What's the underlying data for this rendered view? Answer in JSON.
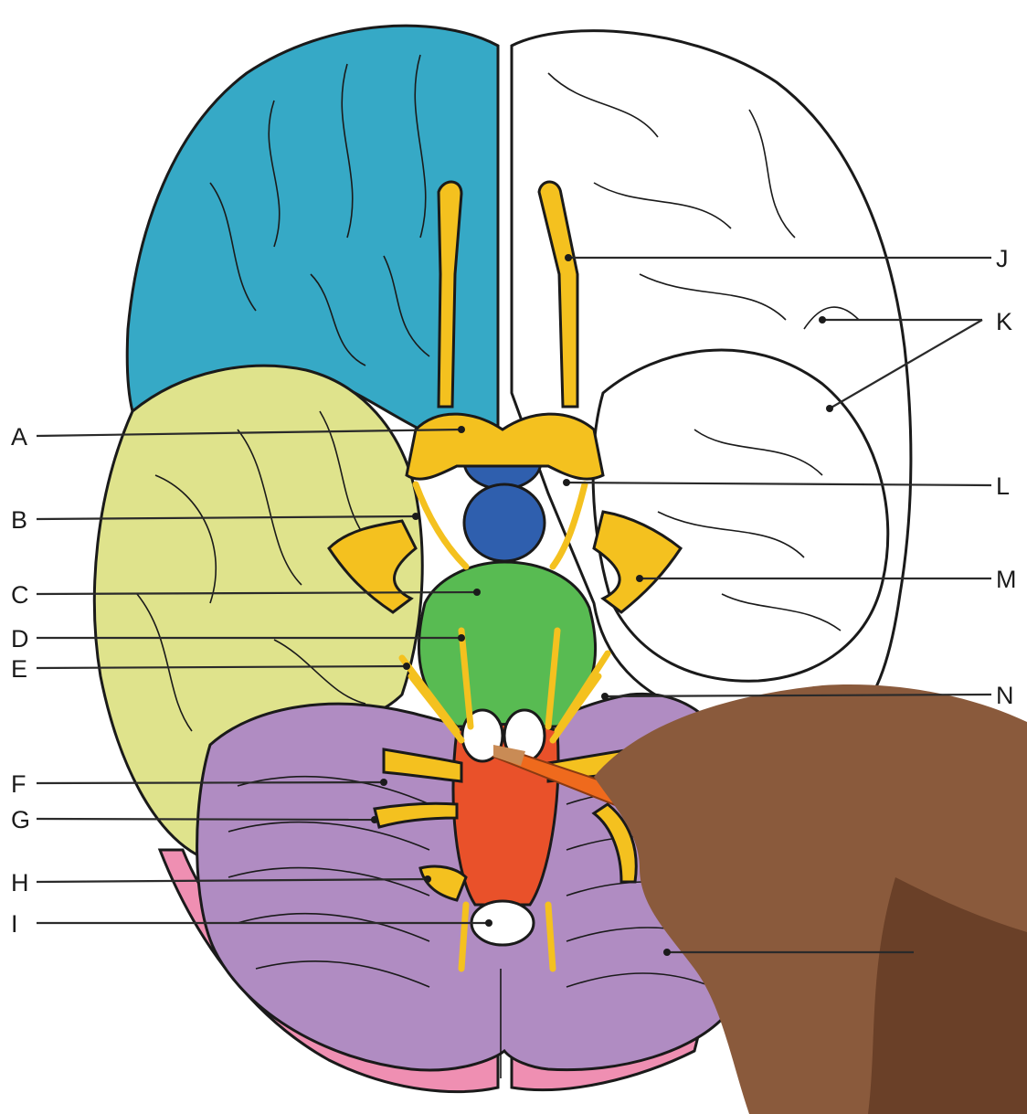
{
  "labels": {
    "A": "A",
    "B": "B",
    "C": "C",
    "D": "D",
    "E": "E",
    "F": "F",
    "G": "G",
    "H": "H",
    "I": "I",
    "J": "J",
    "K": "K",
    "L": "L",
    "M": "M",
    "N": "N"
  },
  "colors": {
    "frontal_lobe": "#36a9c6",
    "temporal_lobe": "#dfe38c",
    "cerebellum": "#b08cc2",
    "occipital_edge": "#ef8fb2",
    "cranial_nerves": "#f4c11f",
    "mammillary_pituitary": "#2f5fae",
    "pons": "#58bb52",
    "medulla": "#e9512a",
    "pencil": "#ef6a1d",
    "skin": "#8a5a3c"
  }
}
